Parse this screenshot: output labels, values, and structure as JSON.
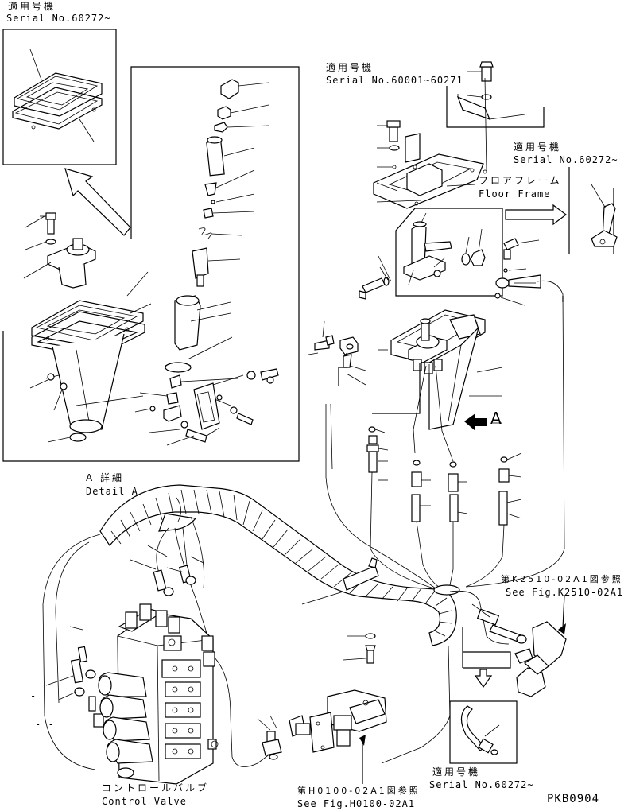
{
  "labels": {
    "top_left_serial_jp": "適用号機",
    "top_left_serial": "Serial No.60272~",
    "top_mid_serial_jp": "適用号機",
    "top_mid_serial": "Serial No.60001~60271",
    "right_serial_jp": "適用号機",
    "right_serial": "Serial No.60272~",
    "floor_frame_jp": "フロアフレーム",
    "floor_frame": "Floor Frame",
    "detail_jp": "A 詳細",
    "detail": "Detail A",
    "arrow_a": "A",
    "see_fig_k_jp": "第K2510-02A1図参照",
    "see_fig_k": "See Fig.K2510-02A1",
    "control_valve_jp": "コントロールバルブ",
    "control_valve": "Control Valve",
    "see_fig_h_jp": "第H0100-02A1図参照",
    "see_fig_h": "See Fig.H0100-02A1",
    "bottom_serial_jp": "適用号機",
    "bottom_serial": "Serial No.60272~",
    "drawing_code": "PKB0904",
    "dash_a": "-",
    "dash_b": "- -"
  }
}
